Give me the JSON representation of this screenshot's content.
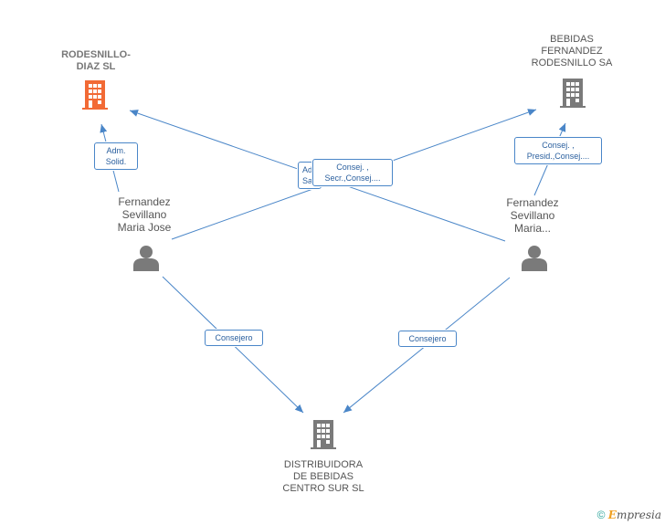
{
  "companies": {
    "rodesnillo": {
      "name_lines": [
        "RODESNILLO-",
        "DIAZ SL"
      ],
      "color": "#f26a35"
    },
    "bebidas": {
      "name_lines": [
        "BEBIDAS",
        "FERNANDEZ",
        "RODESNILLO SA"
      ],
      "color": "#7a7a7a"
    },
    "distribuidora": {
      "name_lines": [
        "DISTRIBUIDORA",
        "DE BEBIDAS",
        "CENTRO SUR SL"
      ],
      "color": "#7a7a7a"
    }
  },
  "persons": {
    "maria_jose": {
      "name_lines": [
        "Fernandez",
        "Sevillano",
        "Maria Jose"
      ]
    },
    "maria": {
      "name_lines": [
        "Fernandez",
        "Sevillano",
        "Maria..."
      ]
    }
  },
  "edges": {
    "adm_solid": {
      "lines": [
        "Adm.",
        "Solid."
      ]
    },
    "hidden_label": {
      "lines": [
        "Ad",
        "Sa"
      ]
    },
    "consej_center": {
      "lines": [
        "Consej. ,",
        "Secr.,Consej...."
      ]
    },
    "consej_right": {
      "lines": [
        "Consej. ,",
        "Presid.,Consej...."
      ]
    },
    "consejero_left": {
      "lines": [
        "Consejero"
      ]
    },
    "consejero_right": {
      "lines": [
        "Consejero"
      ]
    }
  },
  "colors": {
    "edge": "#4a86c8",
    "person_icon": "#7a7a7a"
  },
  "footer": {
    "copyright": "©",
    "brand_initial": "E",
    "brand_rest": "mpresia"
  }
}
